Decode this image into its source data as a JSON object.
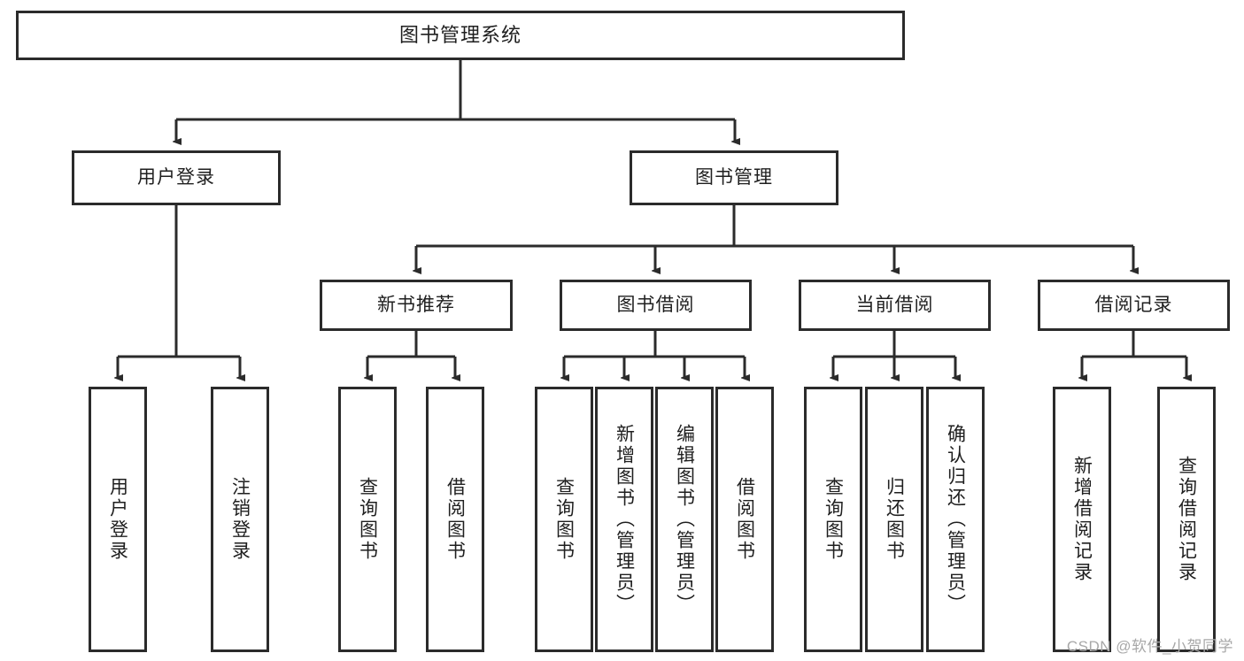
{
  "diagram": {
    "type": "tree",
    "title": "图书管理系统",
    "watermark": "CSDN @软件_小贺同学",
    "colors": {
      "border": "#2b2b2b",
      "background": "#ffffff",
      "connector": "#2b2b2b",
      "text": "#1f1f1f",
      "watermark": "#a8a8a8"
    },
    "nodes": {
      "root": {
        "label": "图书管理系统"
      },
      "level1": [
        {
          "label": "用户登录"
        },
        {
          "label": "图书管理"
        }
      ],
      "level2": [
        {
          "label": "新书推荐"
        },
        {
          "label": "图书借阅"
        },
        {
          "label": "当前借阅"
        },
        {
          "label": "借阅记录"
        }
      ],
      "leaves": [
        {
          "label": "用户登录"
        },
        {
          "label": "注销登录"
        },
        {
          "label": "查询图书"
        },
        {
          "label": "借阅图书"
        },
        {
          "label": "查询图书"
        },
        {
          "label": "新增图书（管理员）"
        },
        {
          "label": "编辑图书（管理员）"
        },
        {
          "label": "借阅图书"
        },
        {
          "label": "查询图书"
        },
        {
          "label": "归还图书"
        },
        {
          "label": "确认归还（管理员）"
        },
        {
          "label": "新增借阅记录"
        },
        {
          "label": "查询借阅记录"
        }
      ]
    },
    "edges": [
      {
        "from": "图书管理系统",
        "to": "用户登录"
      },
      {
        "from": "图书管理系统",
        "to": "图书管理"
      },
      {
        "from": "图书管理",
        "to": "新书推荐"
      },
      {
        "from": "图书管理",
        "to": "图书借阅"
      },
      {
        "from": "图书管理",
        "to": "当前借阅"
      },
      {
        "from": "图书管理",
        "to": "借阅记录"
      },
      {
        "from": "用户登录",
        "to": "用户登录"
      },
      {
        "from": "用户登录",
        "to": "注销登录"
      },
      {
        "from": "新书推荐",
        "to": "查询图书"
      },
      {
        "from": "新书推荐",
        "to": "借阅图书"
      },
      {
        "from": "图书借阅",
        "to": "查询图书"
      },
      {
        "from": "图书借阅",
        "to": "新增图书（管理员）"
      },
      {
        "from": "图书借阅",
        "to": "编辑图书（管理员）"
      },
      {
        "from": "图书借阅",
        "to": "借阅图书"
      },
      {
        "from": "当前借阅",
        "to": "查询图书"
      },
      {
        "from": "当前借阅",
        "to": "归还图书"
      },
      {
        "from": "当前借阅",
        "to": "确认归还（管理员）"
      },
      {
        "from": "借阅记录",
        "to": "新增借阅记录"
      },
      {
        "from": "借阅记录",
        "to": "查询借阅记录"
      }
    ]
  }
}
